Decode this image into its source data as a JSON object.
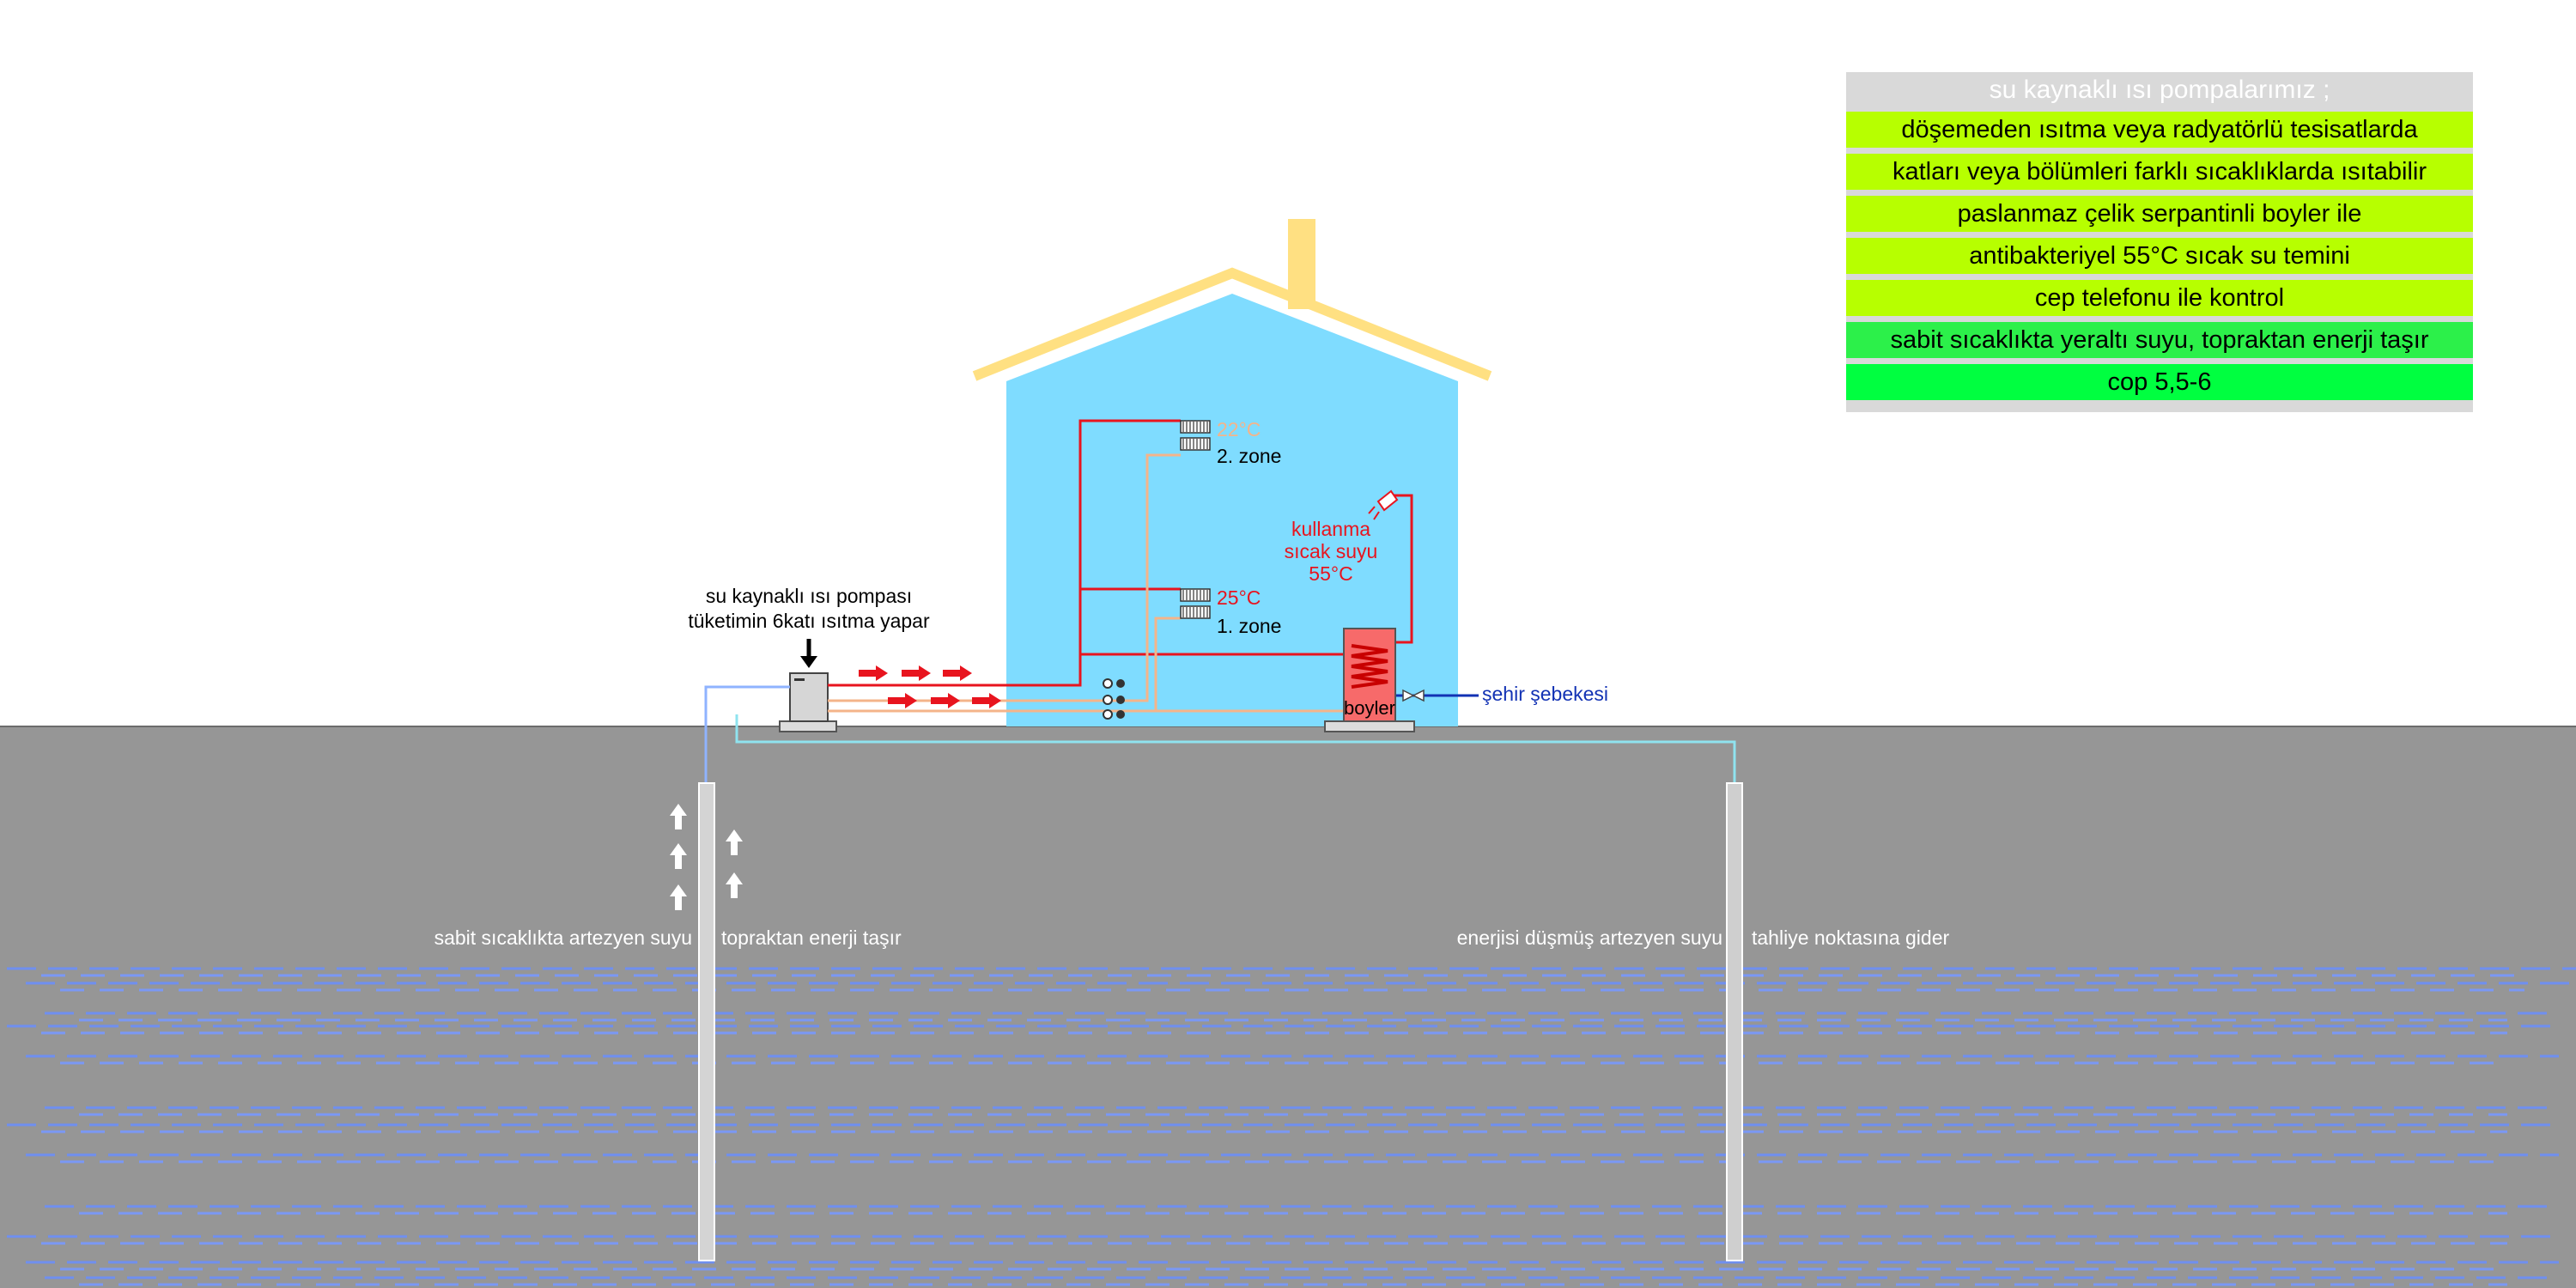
{
  "info": {
    "title": "su kaynaklı ısı pompalarımız ;",
    "rows": [
      "döşemeden ısıtma veya radyatörlü tesisatlarda",
      "katları veya bölümleri farklı sıcaklıklarda ısıtabilir",
      "paslanmaz çelik serpantinli boyler ile",
      "antibakteriyel 55°C sıcak su temini",
      "cep telefonu ile kontrol",
      "sabit sıcaklıkta yeraltı suyu, topraktan enerji taşır",
      "cop 5,5-6"
    ]
  },
  "house": {
    "zone2_temp": "22°C",
    "zone2_label": "2. zone",
    "zone1_temp": "25°C",
    "zone1_label": "1. zone",
    "hot_water_line1": "kullanma",
    "hot_water_line2": "sıcak suyu",
    "hot_water_line3": "55°C",
    "boiler_label": "boyler",
    "city_water": "şehir şebekesi"
  },
  "pump": {
    "line1": "su kaynaklı ısı pompası",
    "line2": "tüketimin 6katı ısıtma yapar"
  },
  "ground": {
    "supply_left": "sabit sıcaklıkta artezyen suyu",
    "supply_right": "topraktan enerji taşır",
    "return_left": "enerjisi düşmüş artezyen suyu",
    "return_right": "tahliye noktasına gider"
  },
  "colors": {
    "house": "#7fdcff",
    "roof": "#ffe082",
    "ground": "#969696",
    "water_dash": "#6f8ff0",
    "hot_pipe": "#e8141e",
    "warm_pipe": "#f4b48a",
    "cold_pipe": "#8fb3ff",
    "return_pipe": "#8fe3ef",
    "city_pipe": "#1232b4",
    "info_gray": "#d9d9d9",
    "info_yellow_green": "#b7ff00",
    "info_green": "#00ff40"
  }
}
